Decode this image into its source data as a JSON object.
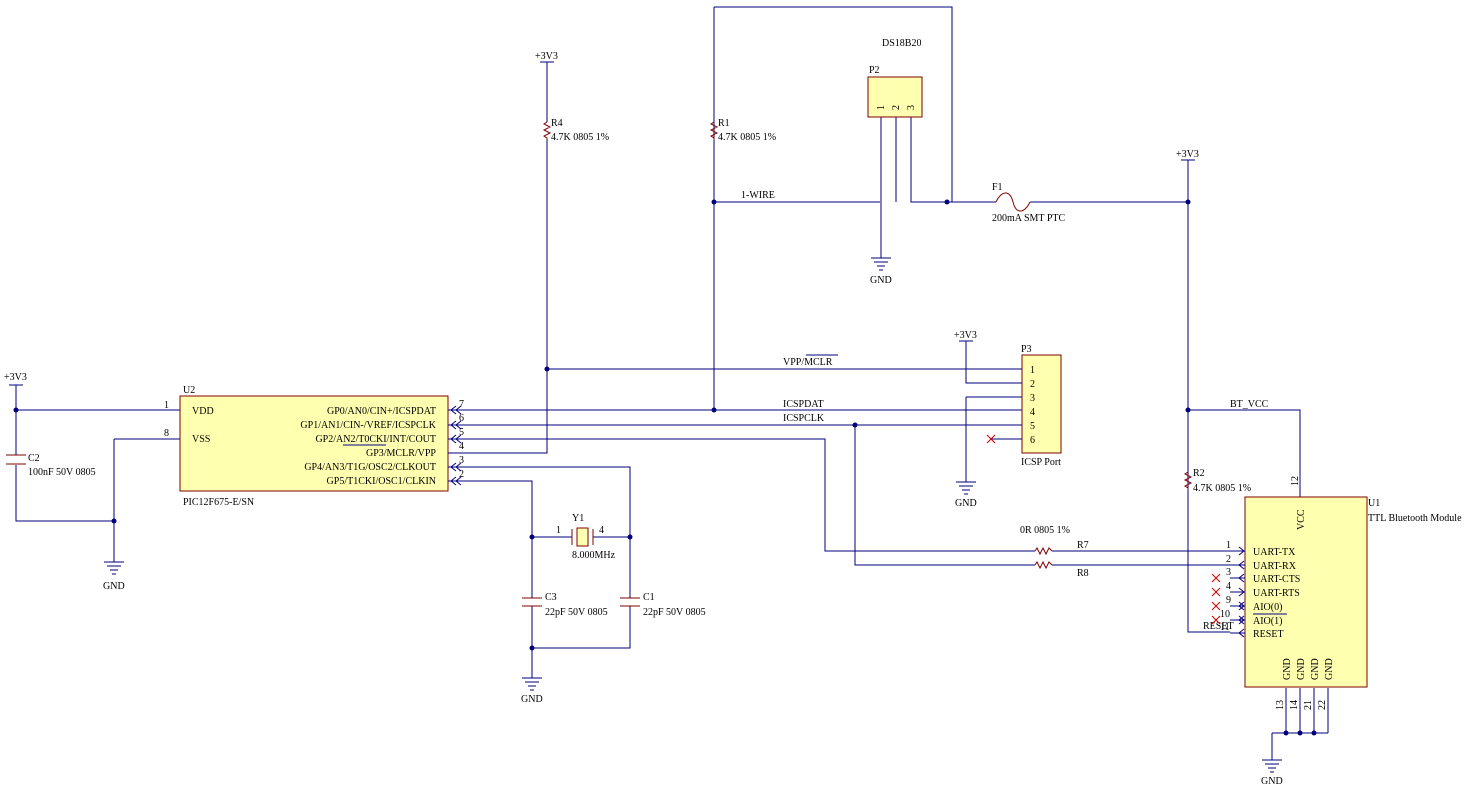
{
  "power": {
    "v33": "+3V3",
    "gnd": "GND"
  },
  "u2": {
    "ref": "U2",
    "part": "PIC12F675-E/SN",
    "left_pins": [
      {
        "n": "1",
        "name": "VDD"
      },
      {
        "n": "8",
        "name": "VSS"
      }
    ],
    "right_pins": [
      {
        "n": "7",
        "name": "GP0/AN0/CIN+/ICSPDAT"
      },
      {
        "n": "6",
        "name": "GP1/AN1/CIN-/VREF/ICSPCLK"
      },
      {
        "n": "5",
        "name": "GP2/AN2/T0CKI/INT/COUT"
      },
      {
        "n": "4",
        "name": "GP3/MCLR/VPP"
      },
      {
        "n": "3",
        "name": "GP4/AN3/T1G/OSC2/CLKOUT"
      },
      {
        "n": "2",
        "name": "GP5/T1CKI/OSC1/CLKIN"
      }
    ]
  },
  "c2": {
    "ref": "C2",
    "value": "100nF 50V 0805"
  },
  "r4": {
    "ref": "R4",
    "value": "4.7K 0805 1%"
  },
  "r1": {
    "ref": "R1",
    "value": "4.7K 0805 1%"
  },
  "r2": {
    "ref": "R2",
    "value": "4.7K 0805 1%"
  },
  "p2": {
    "ref": "P2",
    "title": "DS18B20",
    "pins": [
      "1",
      "2",
      "3"
    ]
  },
  "f1": {
    "ref": "F1",
    "value": "200mA SMT PTC"
  },
  "p3": {
    "ref": "P3",
    "label": "ICSP Port",
    "pins": [
      "1",
      "2",
      "3",
      "4",
      "5",
      "6"
    ]
  },
  "y1": {
    "ref": "Y1",
    "value": "8.000MHz",
    "pin1": "1",
    "pin4": "4"
  },
  "c3": {
    "ref": "C3",
    "value": "22pF 50V 0805"
  },
  "c1": {
    "ref": "C1",
    "value": "22pF 50V 0805"
  },
  "r7": {
    "ref": "R7",
    "value": "0R 0805 1%"
  },
  "r8": {
    "ref": "R8"
  },
  "nets": {
    "onewire": "1-WIRE",
    "vpp": "VPP/MCLR",
    "icspdat": "ICSPDAT",
    "icspclk": "ICSPCLK",
    "btvcc": "BT_VCC",
    "reset": "RESET"
  },
  "u1": {
    "ref": "U1",
    "part": "TTL Bluetooth Module",
    "vcc": {
      "n": "12",
      "name": "VCC"
    },
    "left_pins": [
      {
        "n": "1",
        "name": "UART-TX"
      },
      {
        "n": "2",
        "name": "UART-RX"
      },
      {
        "n": "3",
        "name": "UART-CTS"
      },
      {
        "n": "4",
        "name": "UART-RTS"
      },
      {
        "n": "9",
        "name": "AIO(0)"
      },
      {
        "n": "10",
        "name": "AIO(1)"
      },
      {
        "n": "11",
        "name": "RESET"
      }
    ],
    "gnd_pins": [
      {
        "n": "13",
        "name": "GND"
      },
      {
        "n": "14",
        "name": "GND"
      },
      {
        "n": "21",
        "name": "GND"
      },
      {
        "n": "22",
        "name": "GND"
      }
    ]
  }
}
